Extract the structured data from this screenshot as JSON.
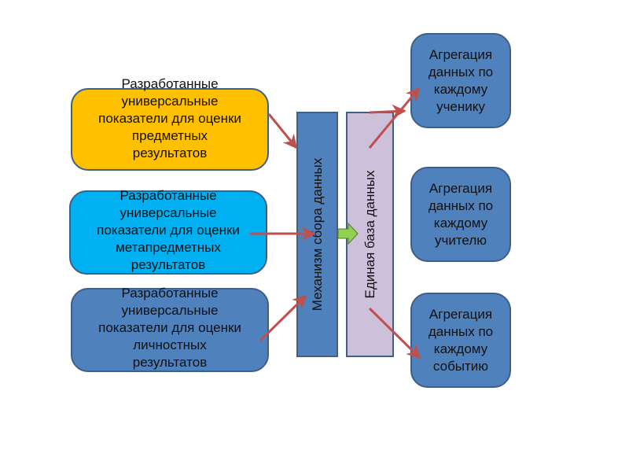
{
  "sources": [
    {
      "lines": [
        "Разработанные",
        "универсальные",
        "показатели для оценки",
        "предметных",
        "результатов"
      ],
      "color": "#ffc000"
    },
    {
      "lines": [
        "Разработанные",
        "универсальные",
        "показатели для оценки",
        "метапредметных",
        "результатов"
      ],
      "color": "#00b0f0"
    },
    {
      "lines": [
        "Разработанные",
        "универсальные",
        "показатели для оценки",
        "личностных",
        "результатов"
      ],
      "color": "#4f81bd"
    }
  ],
  "mechanism": {
    "label": "Механизм сбора данных",
    "color": "#4f81bd"
  },
  "database": {
    "label": "Единая база данных",
    "color": "#ccc0da"
  },
  "aggregations": [
    {
      "lines": [
        "Агрегация",
        "данных по",
        "каждому",
        "ученику"
      ]
    },
    {
      "lines": [
        "Агрегация",
        "данных по",
        "каждому",
        "учителю"
      ]
    },
    {
      "lines": [
        "Агрегация",
        "данных по",
        "каждому",
        "событию"
      ]
    }
  ],
  "colors": {
    "arrow": "#c0504d",
    "block_arrow": "#92d050",
    "outline": "#3e5f86"
  }
}
